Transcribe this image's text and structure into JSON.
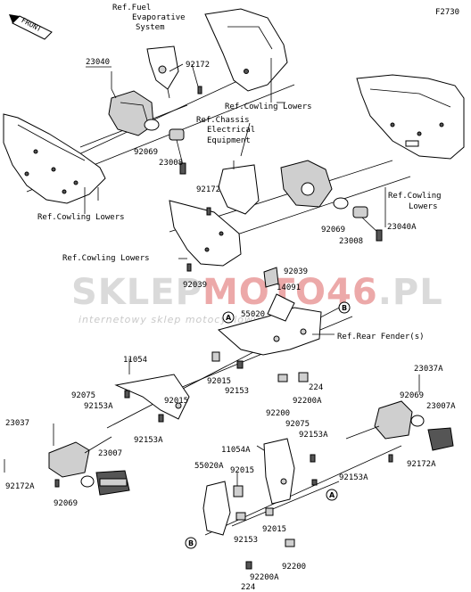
{
  "diagram_id": "F2730",
  "front_label": "FRONT",
  "watermark": {
    "main_a": "SKLEP",
    "main_b": "MOTO",
    "main_c": "46",
    "main_d": ".PL",
    "sub": "internetowy sklep motocyklowy"
  },
  "refs": {
    "fuel_evap_1": "Ref.Fuel",
    "fuel_evap_2": "Evaporative",
    "fuel_evap_3": "System",
    "cowling_lowers_top": "Ref.Cowling Lowers",
    "chassis_1": "Ref.Chassis",
    "chassis_2": "Electrical",
    "chassis_3": "Equipment",
    "cowling_lowers_left": "Ref.Cowling Lowers",
    "cowling_lowers_right_1": "Ref.Cowling",
    "cowling_lowers_right_2": "Lowers",
    "cowling_lowers_mid": "Ref.Cowling Lowers",
    "rear_fender": "Ref.Rear Fender(s)"
  },
  "parts": {
    "p23040": "23040",
    "p92172_a": "92172",
    "p92069_a": "92069",
    "p23008_a": "23008",
    "p92172_b": "92172",
    "p92069_b": "92069",
    "p23008_b": "23008",
    "p23040A": "23040A",
    "p92039_a": "92039",
    "p92039_b": "92039",
    "p14091": "14091",
    "p55020": "55020",
    "p11054": "11054",
    "p92075_a": "92075",
    "p92153A_a": "92153A",
    "p92015_a": "92015",
    "p92153": "92153",
    "p92015_b": "92015",
    "p224_a": "224",
    "p92200A_a": "92200A",
    "p92200_a": "92200",
    "p92153A_b": "92153A",
    "p23037A": "23037A",
    "p92069_c": "92069",
    "p23007A": "23007A",
    "p92075_b": "92075",
    "p92153A_c": "92153A",
    "p11054A": "11054A",
    "p23037": "23037",
    "p23007": "23007",
    "p92172A_a": "92172A",
    "p92069_d": "92069",
    "p55020A": "55020A",
    "p92015_c": "92015",
    "p92153A_d": "92153A",
    "p92172A_b": "92172A",
    "p92153_b": "92153",
    "p92015_d": "92015",
    "p92200_b": "92200",
    "p92200A_b": "92200A",
    "p224_b": "224"
  },
  "markers": {
    "a1": "A",
    "a2": "A",
    "b1": "B",
    "b2": "B"
  }
}
